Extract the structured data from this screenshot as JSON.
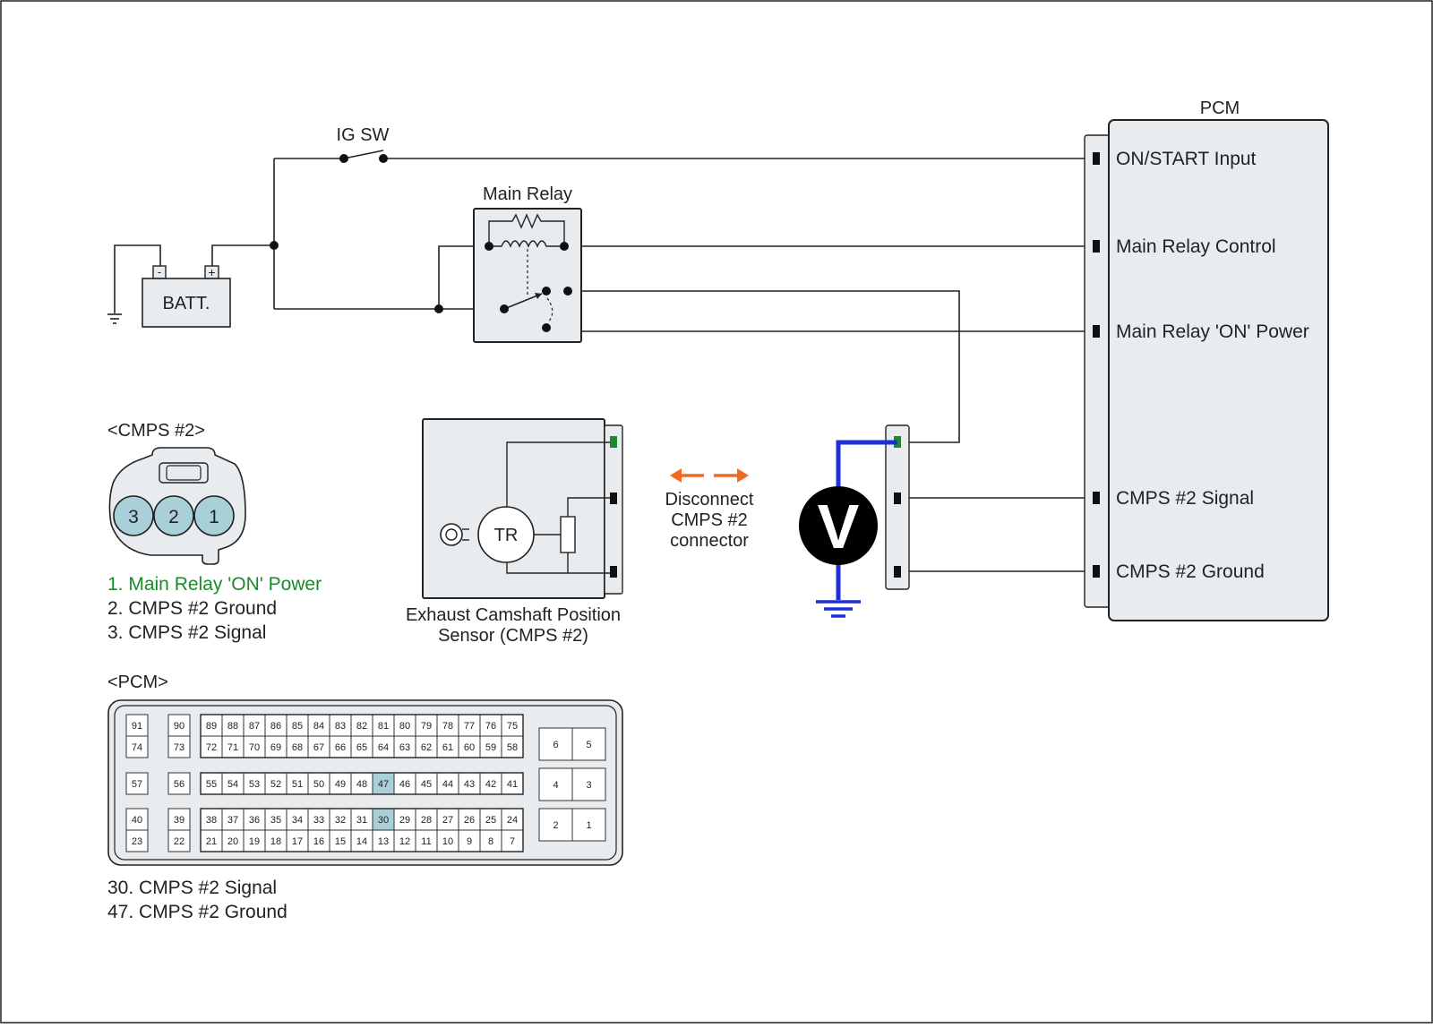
{
  "colors": {
    "wire": "#222222",
    "panel": "#e9ecee",
    "highlight": "#a9cfd8",
    "power_green": "#1a8a2a",
    "meter_lead": "#1f2fd6",
    "arrow_orange": "#f26a21"
  },
  "labels": {
    "ig_sw": "IG SW",
    "main_relay": "Main Relay",
    "batt": "BATT.",
    "batt_minus": "-",
    "batt_plus": "+",
    "pcm": "PCM",
    "sensor_tr": "TR",
    "sensor_name_line1": "Exhaust Camshaft Position",
    "sensor_name_line2": "Sensor (CMPS #2)",
    "disconnect_line1": "Disconnect",
    "disconnect_line2": "CMPS #2",
    "disconnect_line3": "connector",
    "voltmeter": "V"
  },
  "pcm_terminals": [
    "ON/START Input",
    "Main Relay Control",
    "Main Relay 'ON' Power",
    "CMPS #2 Signal",
    "CMPS #2 Ground"
  ],
  "cmps_connector": {
    "title": "<CMPS #2>",
    "pins": [
      "3",
      "2",
      "1"
    ],
    "legend": [
      "1. Main Relay 'ON' Power",
      "2. CMPS #2 Ground",
      "3. CMPS #2 Signal"
    ]
  },
  "pcm_connector": {
    "title": "<PCM>",
    "row1": [
      "91",
      "90",
      "89",
      "88",
      "87",
      "86",
      "85",
      "84",
      "83",
      "82",
      "81",
      "80",
      "79",
      "78",
      "77",
      "76",
      "75"
    ],
    "row2": [
      "74",
      "73",
      "72",
      "71",
      "70",
      "69",
      "68",
      "67",
      "66",
      "65",
      "64",
      "63",
      "62",
      "61",
      "60",
      "59",
      "58"
    ],
    "row3": [
      "57",
      "56",
      "55",
      "54",
      "53",
      "52",
      "51",
      "50",
      "49",
      "48",
      "47",
      "46",
      "45",
      "44",
      "43",
      "42",
      "41"
    ],
    "row4": [
      "40",
      "39",
      "38",
      "37",
      "36",
      "35",
      "34",
      "33",
      "32",
      "31",
      "30",
      "29",
      "28",
      "27",
      "26",
      "25",
      "24"
    ],
    "row5": [
      "23",
      "22",
      "21",
      "20",
      "19",
      "18",
      "17",
      "16",
      "15",
      "14",
      "13",
      "12",
      "11",
      "10",
      "9",
      "8",
      "7"
    ],
    "side": [
      [
        "6",
        "5"
      ],
      [
        "4",
        "3"
      ],
      [
        "2",
        "1"
      ]
    ],
    "highlighted": [
      "47",
      "30"
    ],
    "legend": [
      "30. CMPS #2 Signal",
      "47. CMPS #2 Ground"
    ]
  }
}
